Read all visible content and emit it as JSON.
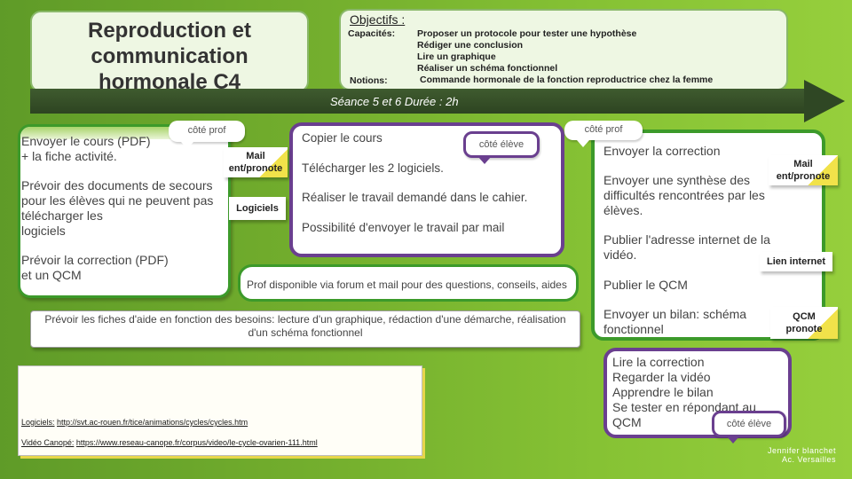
{
  "header": {
    "title_lines": [
      "Reproduction et",
      "communication",
      "hormonale C4"
    ],
    "objectifs_title": "Objectifs :",
    "capacites_label": "Capacités:",
    "notions_label": "Notions:",
    "capacites": [
      "Proposer un protocole pour tester une hypothèse",
      "Rédiger une conclusion",
      "Lire un graphique",
      "Réaliser un schéma fonctionnel"
    ],
    "notion": "Commande hormonale de la fonction reproductrice chez la femme"
  },
  "timeline": {
    "seance": "Séance 5 et 6 Durée :  2h"
  },
  "left_card": {
    "line1": "Envoyer le cours (PDF)",
    "line2": "+ la fiche activité.",
    "p2": [
      "Prévoir des documents de secours",
      "pour les élèves qui ne peuvent pas",
      "télécharger les",
      "logiciels"
    ],
    "p3": [
      "Prévoir la correction (PDF)",
      "et un QCM"
    ],
    "callout": "côté prof"
  },
  "middle_card": {
    "items": [
      "Copier le cours",
      "Télécharger les 2 logiciels.",
      "Réaliser le travail demandé dans le cahier.",
      "Possibilité d'envoyer le travail par mail"
    ],
    "callout": "côté élève",
    "tag_mail": [
      "Mail",
      "ent/pronote"
    ],
    "tag_logiciels": "Logiciels"
  },
  "forum_note": "Prof disponible via forum et mail pour des questions, conseils, aides",
  "aide_note": "Prévoir les fiches d'aide en fonction des besoins: lecture  d'un graphique, rédaction d'une démarche, réalisation d'un schéma fonctionnel",
  "links_note": {
    "logiciels_label": "Logiciels:",
    "logiciels_url": "http://svt.ac-rouen.fr/tice/animations/cycles/cycles.htm",
    "video_label": "Vidéo Canopé:",
    "video_url": "https://www.reseau-canope.fr/corpus/video/le-cycle-ovarien-111.html"
  },
  "right_card": {
    "callout": "côté prof",
    "i1": "Envoyer la correction",
    "i2": [
      "Envoyer une synthèse des",
      "difficultés rencontrées par les",
      "élèves."
    ],
    "i3": [
      "Publier l'adresse internet de la",
      "vidéo."
    ],
    "i4": "Publier le QCM",
    "i5": [
      "Envoyer un bilan: schéma",
      "fonctionnel"
    ],
    "tag_mail": [
      "Mail",
      "ent/pronote"
    ],
    "tag_lien": "Lien internet",
    "tag_qcm": [
      "QCM",
      "pronote"
    ]
  },
  "eleve_card": {
    "lines": [
      "Lire la correction",
      "Regarder la vidéo",
      "Apprendre le bilan",
      "Se tester en répondant au",
      "QCM"
    ],
    "callout": "côté élève"
  },
  "signature": [
    "Jennifer blanchet",
    "Ac. Versailles"
  ],
  "colors": {
    "background": "#72ad2d",
    "card_border_green": "#3c9a2a",
    "card_border_purple": "#6a3f8f",
    "timeline_arrow": "#2f4724"
  }
}
